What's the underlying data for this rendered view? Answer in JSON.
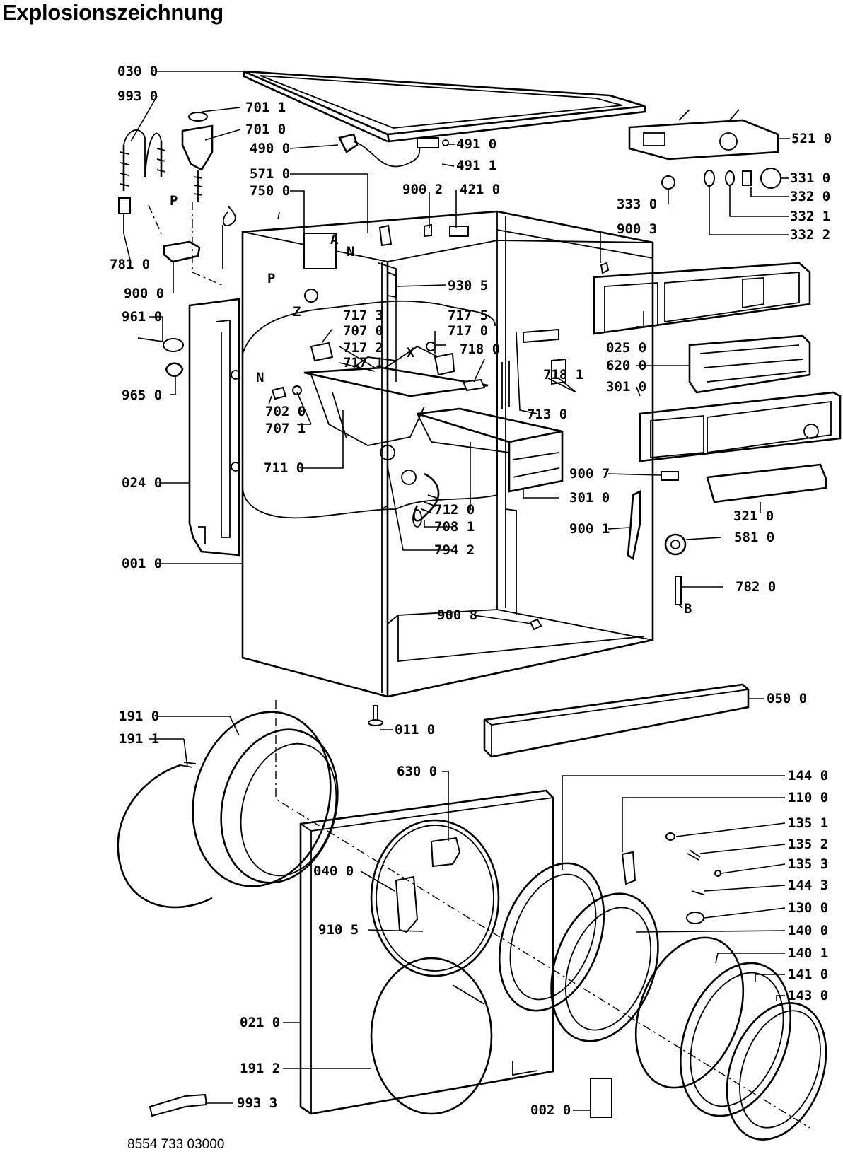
{
  "header": {
    "title": "Explosionszeichnung"
  },
  "footer": {
    "document_number": "8554 733 03000"
  },
  "labels": [
    {
      "id": "l0300",
      "text": "030 0"
    },
    {
      "id": "l9930",
      "text": "993 0"
    },
    {
      "id": "l7011",
      "text": "701 1"
    },
    {
      "id": "l7010",
      "text": "701 0"
    },
    {
      "id": "l4900",
      "text": "490 0"
    },
    {
      "id": "l4910",
      "text": "491 0"
    },
    {
      "id": "l4911",
      "text": "491 1"
    },
    {
      "id": "l5210",
      "text": "521 0"
    },
    {
      "id": "l5710",
      "text": "571 0"
    },
    {
      "id": "l7500",
      "text": "750 0"
    },
    {
      "id": "l9002",
      "text": "900 2"
    },
    {
      "id": "l4210",
      "text": "421 0"
    },
    {
      "id": "l3310",
      "text": "331 0"
    },
    {
      "id": "l3330",
      "text": "333 0"
    },
    {
      "id": "l3320",
      "text": "332 0"
    },
    {
      "id": "l3321",
      "text": "332 1"
    },
    {
      "id": "l9003",
      "text": "900 3"
    },
    {
      "id": "l3322",
      "text": "332 2"
    },
    {
      "id": "lP1",
      "text": "P"
    },
    {
      "id": "lA",
      "text": "A"
    },
    {
      "id": "lN1",
      "text": "N"
    },
    {
      "id": "l7810",
      "text": "781 0"
    },
    {
      "id": "l9000",
      "text": "900 0"
    },
    {
      "id": "lP2",
      "text": "P"
    },
    {
      "id": "lZ",
      "text": "Z"
    },
    {
      "id": "l9305",
      "text": "930 5"
    },
    {
      "id": "l9610",
      "text": "961 0"
    },
    {
      "id": "l7173",
      "text": "717 3"
    },
    {
      "id": "l7070",
      "text": "707 0"
    },
    {
      "id": "l7175",
      "text": "717 5"
    },
    {
      "id": "l7170",
      "text": "717 0"
    },
    {
      "id": "l7180",
      "text": "718 0"
    },
    {
      "id": "l0250",
      "text": "025 0"
    },
    {
      "id": "l7172",
      "text": "717 2"
    },
    {
      "id": "l7171",
      "text": "717 1"
    },
    {
      "id": "lX",
      "text": "X"
    },
    {
      "id": "l6200",
      "text": "620 0"
    },
    {
      "id": "l9650",
      "text": "965 0"
    },
    {
      "id": "lN2",
      "text": "N"
    },
    {
      "id": "l7181",
      "text": "718 1"
    },
    {
      "id": "l3010a",
      "text": "301 0"
    },
    {
      "id": "l7020",
      "text": "702 0"
    },
    {
      "id": "l7130",
      "text": "713 0"
    },
    {
      "id": "l7071",
      "text": "707 1"
    },
    {
      "id": "l7110",
      "text": "711 0"
    },
    {
      "id": "l9007",
      "text": "900 7"
    },
    {
      "id": "l0240",
      "text": "024 0"
    },
    {
      "id": "l7120",
      "text": "712 0"
    },
    {
      "id": "l3010b",
      "text": "301 0"
    },
    {
      "id": "l3210",
      "text": "321 0"
    },
    {
      "id": "l7081",
      "text": "708 1"
    },
    {
      "id": "l9001",
      "text": "900 1"
    },
    {
      "id": "l5810",
      "text": "581 0"
    },
    {
      "id": "l7942",
      "text": "794 2"
    },
    {
      "id": "l0010",
      "text": "001 0"
    },
    {
      "id": "l7820",
      "text": "782 0"
    },
    {
      "id": "lB",
      "text": "B"
    },
    {
      "id": "l9008",
      "text": "900 8"
    },
    {
      "id": "l0500",
      "text": "050 0"
    },
    {
      "id": "l1910",
      "text": "191 0"
    },
    {
      "id": "l0110",
      "text": "011 0"
    },
    {
      "id": "l1911",
      "text": "191 1"
    },
    {
      "id": "l6300",
      "text": "630 0"
    },
    {
      "id": "l1440",
      "text": "144 0"
    },
    {
      "id": "l1100",
      "text": "110 0"
    },
    {
      "id": "l1351",
      "text": "135 1"
    },
    {
      "id": "l1352",
      "text": "135 2"
    },
    {
      "id": "l1353",
      "text": "135 3"
    },
    {
      "id": "l0400",
      "text": "040 0"
    },
    {
      "id": "l1443",
      "text": "144 3"
    },
    {
      "id": "l1300",
      "text": "130 0"
    },
    {
      "id": "l9105",
      "text": "910 5"
    },
    {
      "id": "l1400",
      "text": "140 0"
    },
    {
      "id": "l1401",
      "text": "140 1"
    },
    {
      "id": "l1410",
      "text": "141 0"
    },
    {
      "id": "l1430",
      "text": "143 0"
    },
    {
      "id": "l0210",
      "text": "021 0"
    },
    {
      "id": "l1912",
      "text": "191 2"
    },
    {
      "id": "l9933",
      "text": "993 3"
    },
    {
      "id": "l0020",
      "text": "002 0"
    }
  ]
}
